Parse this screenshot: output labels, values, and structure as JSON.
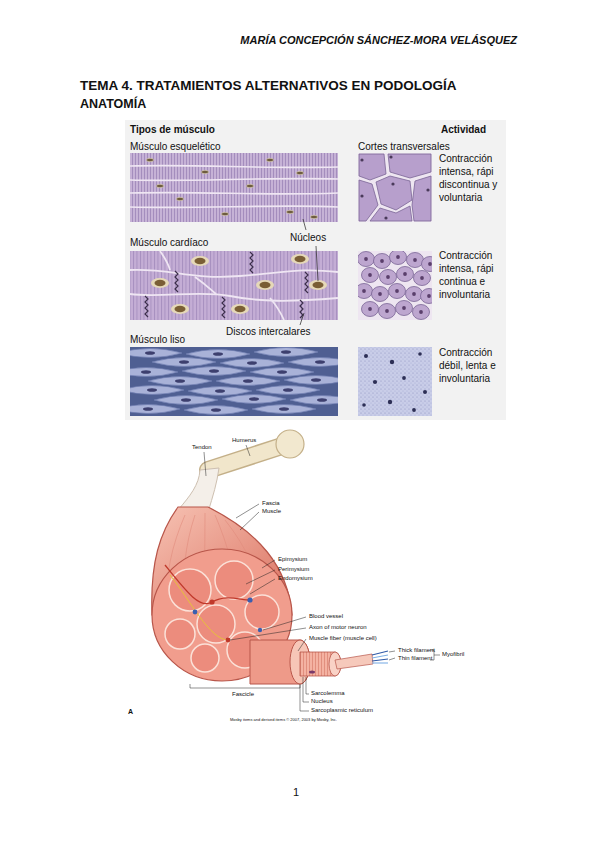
{
  "diagram": {
    "title": "TEMA 4. TRATAMIENTOS ALTERNATIVOS EN PODOLOGÍA",
    "labels": [
      "MARÍA CONCEPCIÓN SÁNCHEZ-MORA VELÁSQUEZ",
      "ANATOMÍA",
      "Tipos de músculo",
      "Actividad",
      "Músculo esquelético",
      "Cortes transversales",
      "Contracción intensa, rápi discontinua y voluntaria",
      "Núcleos",
      "Músculo cardíaco",
      "Contracción intensa, rápi continua e involuntaria",
      "Discos intercalares",
      "Músculo liso",
      "Contracción débil, lenta e involuntaria",
      "Tendon",
      "Humerus",
      "Fascia",
      "Muscle",
      "Epimysium",
      "Perimysium",
      "Endomysium",
      "Blood vessel",
      "Axon of motor neuron",
      "Muscle fiber (muscle cell)",
      "Thick filament",
      "Thin filament",
      "Myofibril",
      "Fascicle",
      "Sarcolemma",
      "Nucleus",
      "Sarcoplasmic reticulum",
      "A",
      "Mosby items and derived items © 2007, 2003 by Mosby, Inc.",
      "1"
    ]
  }
}
